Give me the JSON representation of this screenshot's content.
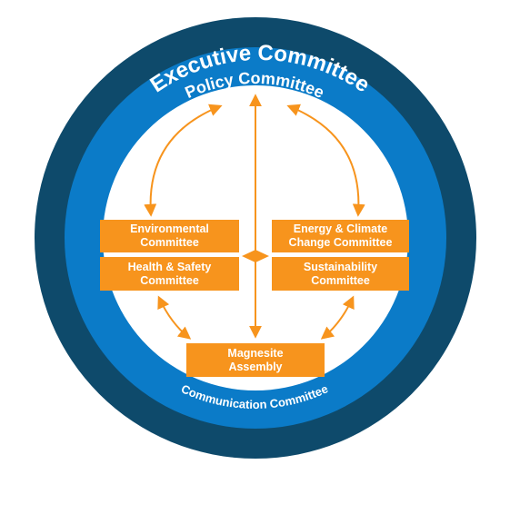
{
  "rings": {
    "outer": {
      "label": "Executive Committee",
      "color": "#0e4a6b"
    },
    "middle": {
      "label": "Policy Committee",
      "color": "#0b7bc8"
    },
    "bottom_label": "Communication Committee",
    "inner_color": "#ffffff"
  },
  "boxes": {
    "environmental": {
      "line1": "Environmental",
      "line2": "Committee"
    },
    "energy": {
      "line1": "Energy & Climate",
      "line2": "Change Committee"
    },
    "health": {
      "line1": "Health & Safety",
      "line2": "Committee"
    },
    "sustainability": {
      "line1": "Sustainability",
      "line2": "Committee"
    },
    "magnesite": {
      "line1": "Magnesite",
      "line2": "Assembly"
    }
  },
  "colors": {
    "box": "#f7941d",
    "arrow": "#f7941d"
  }
}
